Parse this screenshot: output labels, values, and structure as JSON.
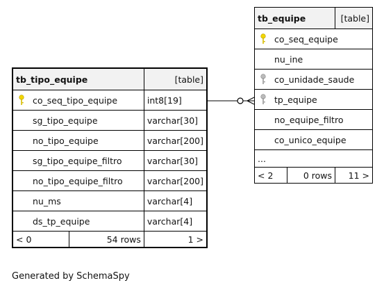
{
  "tables": {
    "tipo": {
      "name": "tb_tipo_equipe",
      "kind": "[table]",
      "columns": [
        {
          "name": "co_seq_tipo_equipe",
          "type": "int8[19]",
          "key": "primary"
        },
        {
          "name": "sg_tipo_equipe",
          "type": "varchar[30]"
        },
        {
          "name": "no_tipo_equipe",
          "type": "varchar[200]"
        },
        {
          "name": "sg_tipo_equipe_filtro",
          "type": "varchar[30]"
        },
        {
          "name": "no_tipo_equipe_filtro",
          "type": "varchar[200]"
        },
        {
          "name": "nu_ms",
          "type": "varchar[4]"
        },
        {
          "name": "ds_tp_equipe",
          "type": "varchar[4]"
        }
      ],
      "footer": {
        "left": "< 0",
        "rows": "54 rows",
        "right": "1 >"
      }
    },
    "equipe": {
      "name": "tb_equipe",
      "kind": "[table]",
      "columns": [
        {
          "name": "co_seq_equipe",
          "key": "primary"
        },
        {
          "name": "nu_ine"
        },
        {
          "name": "co_unidade_saude",
          "key": "foreign"
        },
        {
          "name": "tp_equipe",
          "key": "foreign"
        },
        {
          "name": "no_equipe_filtro"
        },
        {
          "name": "co_unico_equipe"
        },
        {
          "name": "..."
        }
      ],
      "footer": {
        "left": "< 2",
        "rows": "0 rows",
        "right": "11 >"
      }
    }
  },
  "footer_text": "Generated by SchemaSpy",
  "colors": {
    "primary_key": "#f2d600",
    "foreign_key": "#aaaaaa"
  }
}
